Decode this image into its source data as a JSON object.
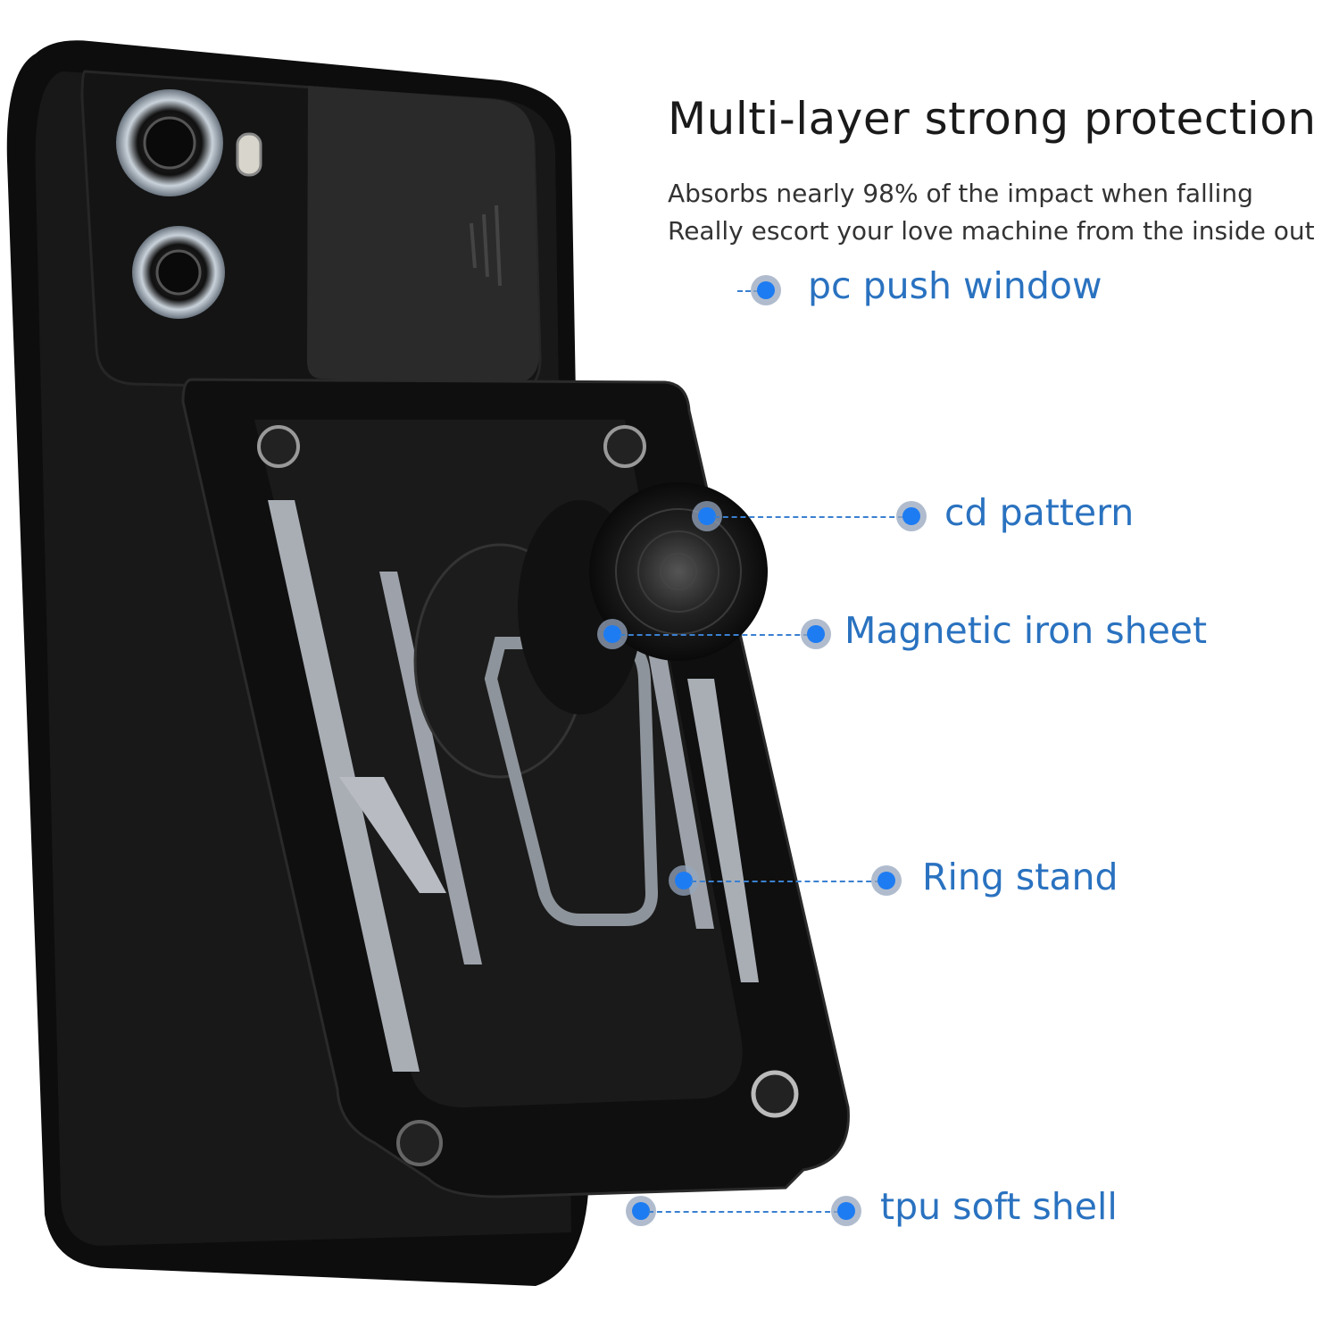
{
  "heading": {
    "title": "Multi-layer strong protection",
    "lines": [
      "Absorbs nearly 98% of the impact when falling",
      "Really escort your love machine from the inside out"
    ]
  },
  "callouts": [
    {
      "label": "pc push window"
    },
    {
      "label": "cd pattern"
    },
    {
      "label": "Magnetic iron sheet"
    },
    {
      "label": "Ring stand"
    },
    {
      "label": "tpu soft shell"
    }
  ],
  "colors": {
    "label_text": "#2a72c0",
    "dot": "#1e7cf2",
    "case": "#111111",
    "metal": "#b8bcc2"
  }
}
